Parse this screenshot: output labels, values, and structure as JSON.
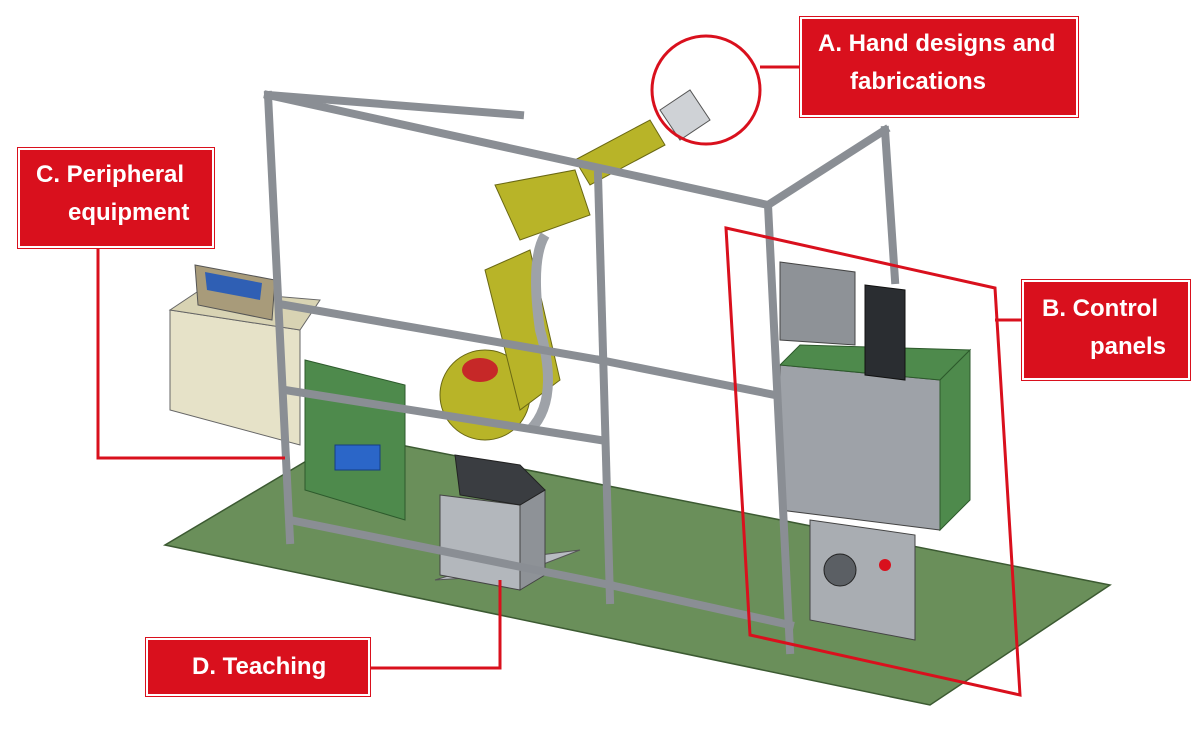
{
  "callouts": {
    "a": {
      "line1": "A. Hand designs and",
      "line2": "fabrications"
    },
    "b": {
      "line1": "B. Control",
      "line2": "panels"
    },
    "c": {
      "line1": "C. Peripheral",
      "line2": "equipment"
    },
    "d": {
      "line1": "D. Teaching"
    }
  },
  "colors": {
    "callout_red": "#d9101d",
    "floor_green": "#6a8f5a",
    "frame_gray": "#b8bcc2",
    "robot_yellow": "#b8b428",
    "panel_green": "#4e8a4c"
  }
}
